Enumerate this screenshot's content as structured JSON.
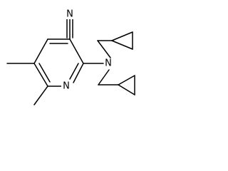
{
  "atom_labels": {
    "nitrile_n": "N",
    "amine_n": "N",
    "ring_n": "N"
  }
}
